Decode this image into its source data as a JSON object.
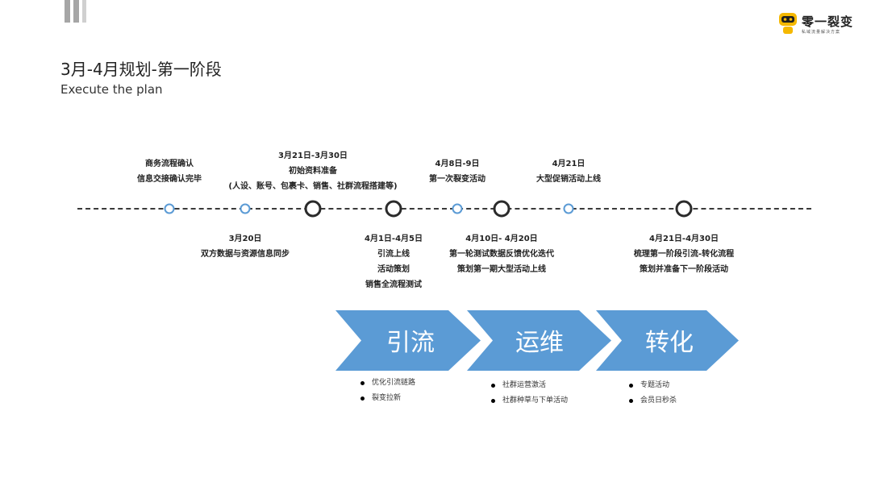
{
  "header": {
    "logo_brand": "零一裂变",
    "logo_tagline": "私域流量解决方案",
    "title": "3月-4月规划-第一阶段",
    "subtitle": "Execute the plan"
  },
  "timeline": {
    "top_events": [
      {
        "lines": [
          "商务流程确认",
          "信息交接确认完毕"
        ]
      },
      {
        "lines": [
          "3月21日-3月30日",
          "初始资料准备",
          "(人设、账号、包裹卡、销售、社群流程搭建等)"
        ]
      },
      {
        "lines": [
          "4月8日-9日",
          "第一次裂变活动"
        ]
      },
      {
        "lines": [
          "4月21日",
          "大型促销活动上线"
        ]
      }
    ],
    "bottom_events": [
      {
        "lines": [
          "3月20日",
          "双方数据与资源信息同步"
        ]
      },
      {
        "lines": [
          "4月1日-4月5日",
          "引流上线",
          "活动策划",
          "销售全流程测试"
        ]
      },
      {
        "lines": [
          "4月10日- 4月20日",
          "第一轮测试数据反馈优化迭代",
          "策划第一期大型活动上线"
        ]
      },
      {
        "lines": [
          "4月21日-4月30日",
          "梳理第一阶段引流-转化流程",
          "策划并准备下一阶段活动"
        ]
      }
    ]
  },
  "phases": [
    {
      "label": "引流",
      "bullets": [
        "优化引流链路",
        "裂变拉新"
      ]
    },
    {
      "label": "运维",
      "bullets": [
        "社群运营激活",
        "社群种草与下单活动"
      ]
    },
    {
      "label": "转化",
      "bullets": [
        "专题活动",
        "会员日秒杀"
      ]
    }
  ],
  "colors": {
    "accent_blue": "#5b9bd5",
    "dark_node": "#2b2b2b",
    "deco_gray": "#a6a6a6"
  }
}
